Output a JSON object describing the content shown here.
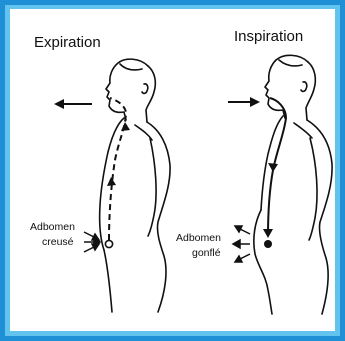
{
  "colors": {
    "frame_outer": "#1f8fd6",
    "frame_inner": "#62c3ef",
    "frame_glow": "#8fe0f5",
    "background": "#ffffff",
    "ink": "#111111"
  },
  "left_panel": {
    "title": "Expiration",
    "label_line1": "Adbomen",
    "label_line2": "creusé",
    "airflow_direction": "outward"
  },
  "right_panel": {
    "title": "Inspiration",
    "label_line1": "Adbomen",
    "label_line2": "gonflé",
    "airflow_direction": "inward"
  }
}
